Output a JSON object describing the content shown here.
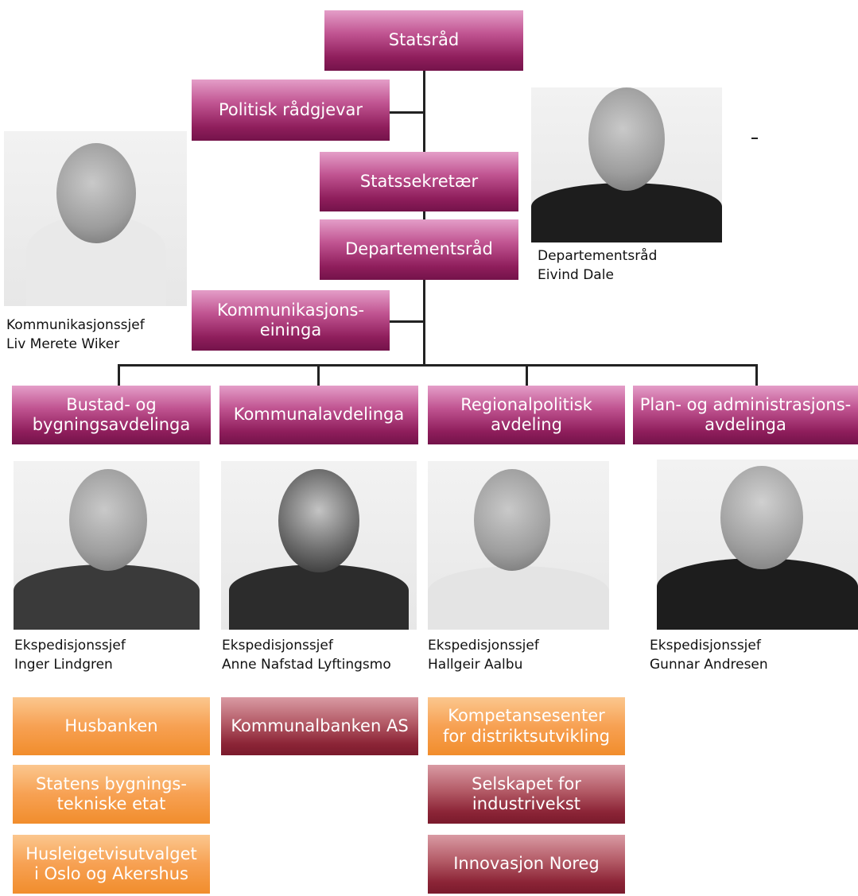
{
  "colors": {
    "magenta_box": "#9b2a68",
    "orange_box": "#f39a3e",
    "darkred_box": "#8c2537",
    "connector": "#222222"
  },
  "top": {
    "statsraad": "Statsråd",
    "politisk": "Politisk rådgjevar",
    "statssekretaer": "Statssekretær",
    "departementsraad": "Departementsråd",
    "kommunikasjon": "Kommunikasjons-\neininga"
  },
  "departments": {
    "bustad": "Bustad- og\nbygningsavdelinga",
    "kommunal": "Kommunalavdelinga",
    "regional": "Regionalpolitisk\navdeling",
    "plan": "Plan- og administrasjons-\navdelinga"
  },
  "captions": {
    "kommunikasjon": {
      "role": "Kommunikasjonssjef",
      "name": "Liv Merete Wiker"
    },
    "departementsraad": {
      "role": "Departementsråd",
      "name": "Eivind Dale"
    },
    "bustad": {
      "role": "Ekspedisjonssjef",
      "name": "Inger Lindgren"
    },
    "kommunal": {
      "role": "Ekspedisjonssjef",
      "name": "Anne Nafstad Lyftingsmo"
    },
    "regional": {
      "role": "Ekspedisjonssjef",
      "name": "Hallgeir Aalbu"
    },
    "plan": {
      "role": "Ekspedisjonssjef",
      "name": "Gunnar Andresen"
    }
  },
  "agencies": {
    "husbanken": "Husbanken",
    "statens": "Statens bygnings-\ntekniske etat",
    "husleige": "Husleigetvisutvalget\ni Oslo og Akershus",
    "kommunalbanken": "Kommunalbanken AS",
    "kompetanse": "Kompetansesenter\nfor distriktsutvikling",
    "selskapet": "Selskapet for\nindustrivekst",
    "innovasjon": "Innovasjon Noreg"
  }
}
